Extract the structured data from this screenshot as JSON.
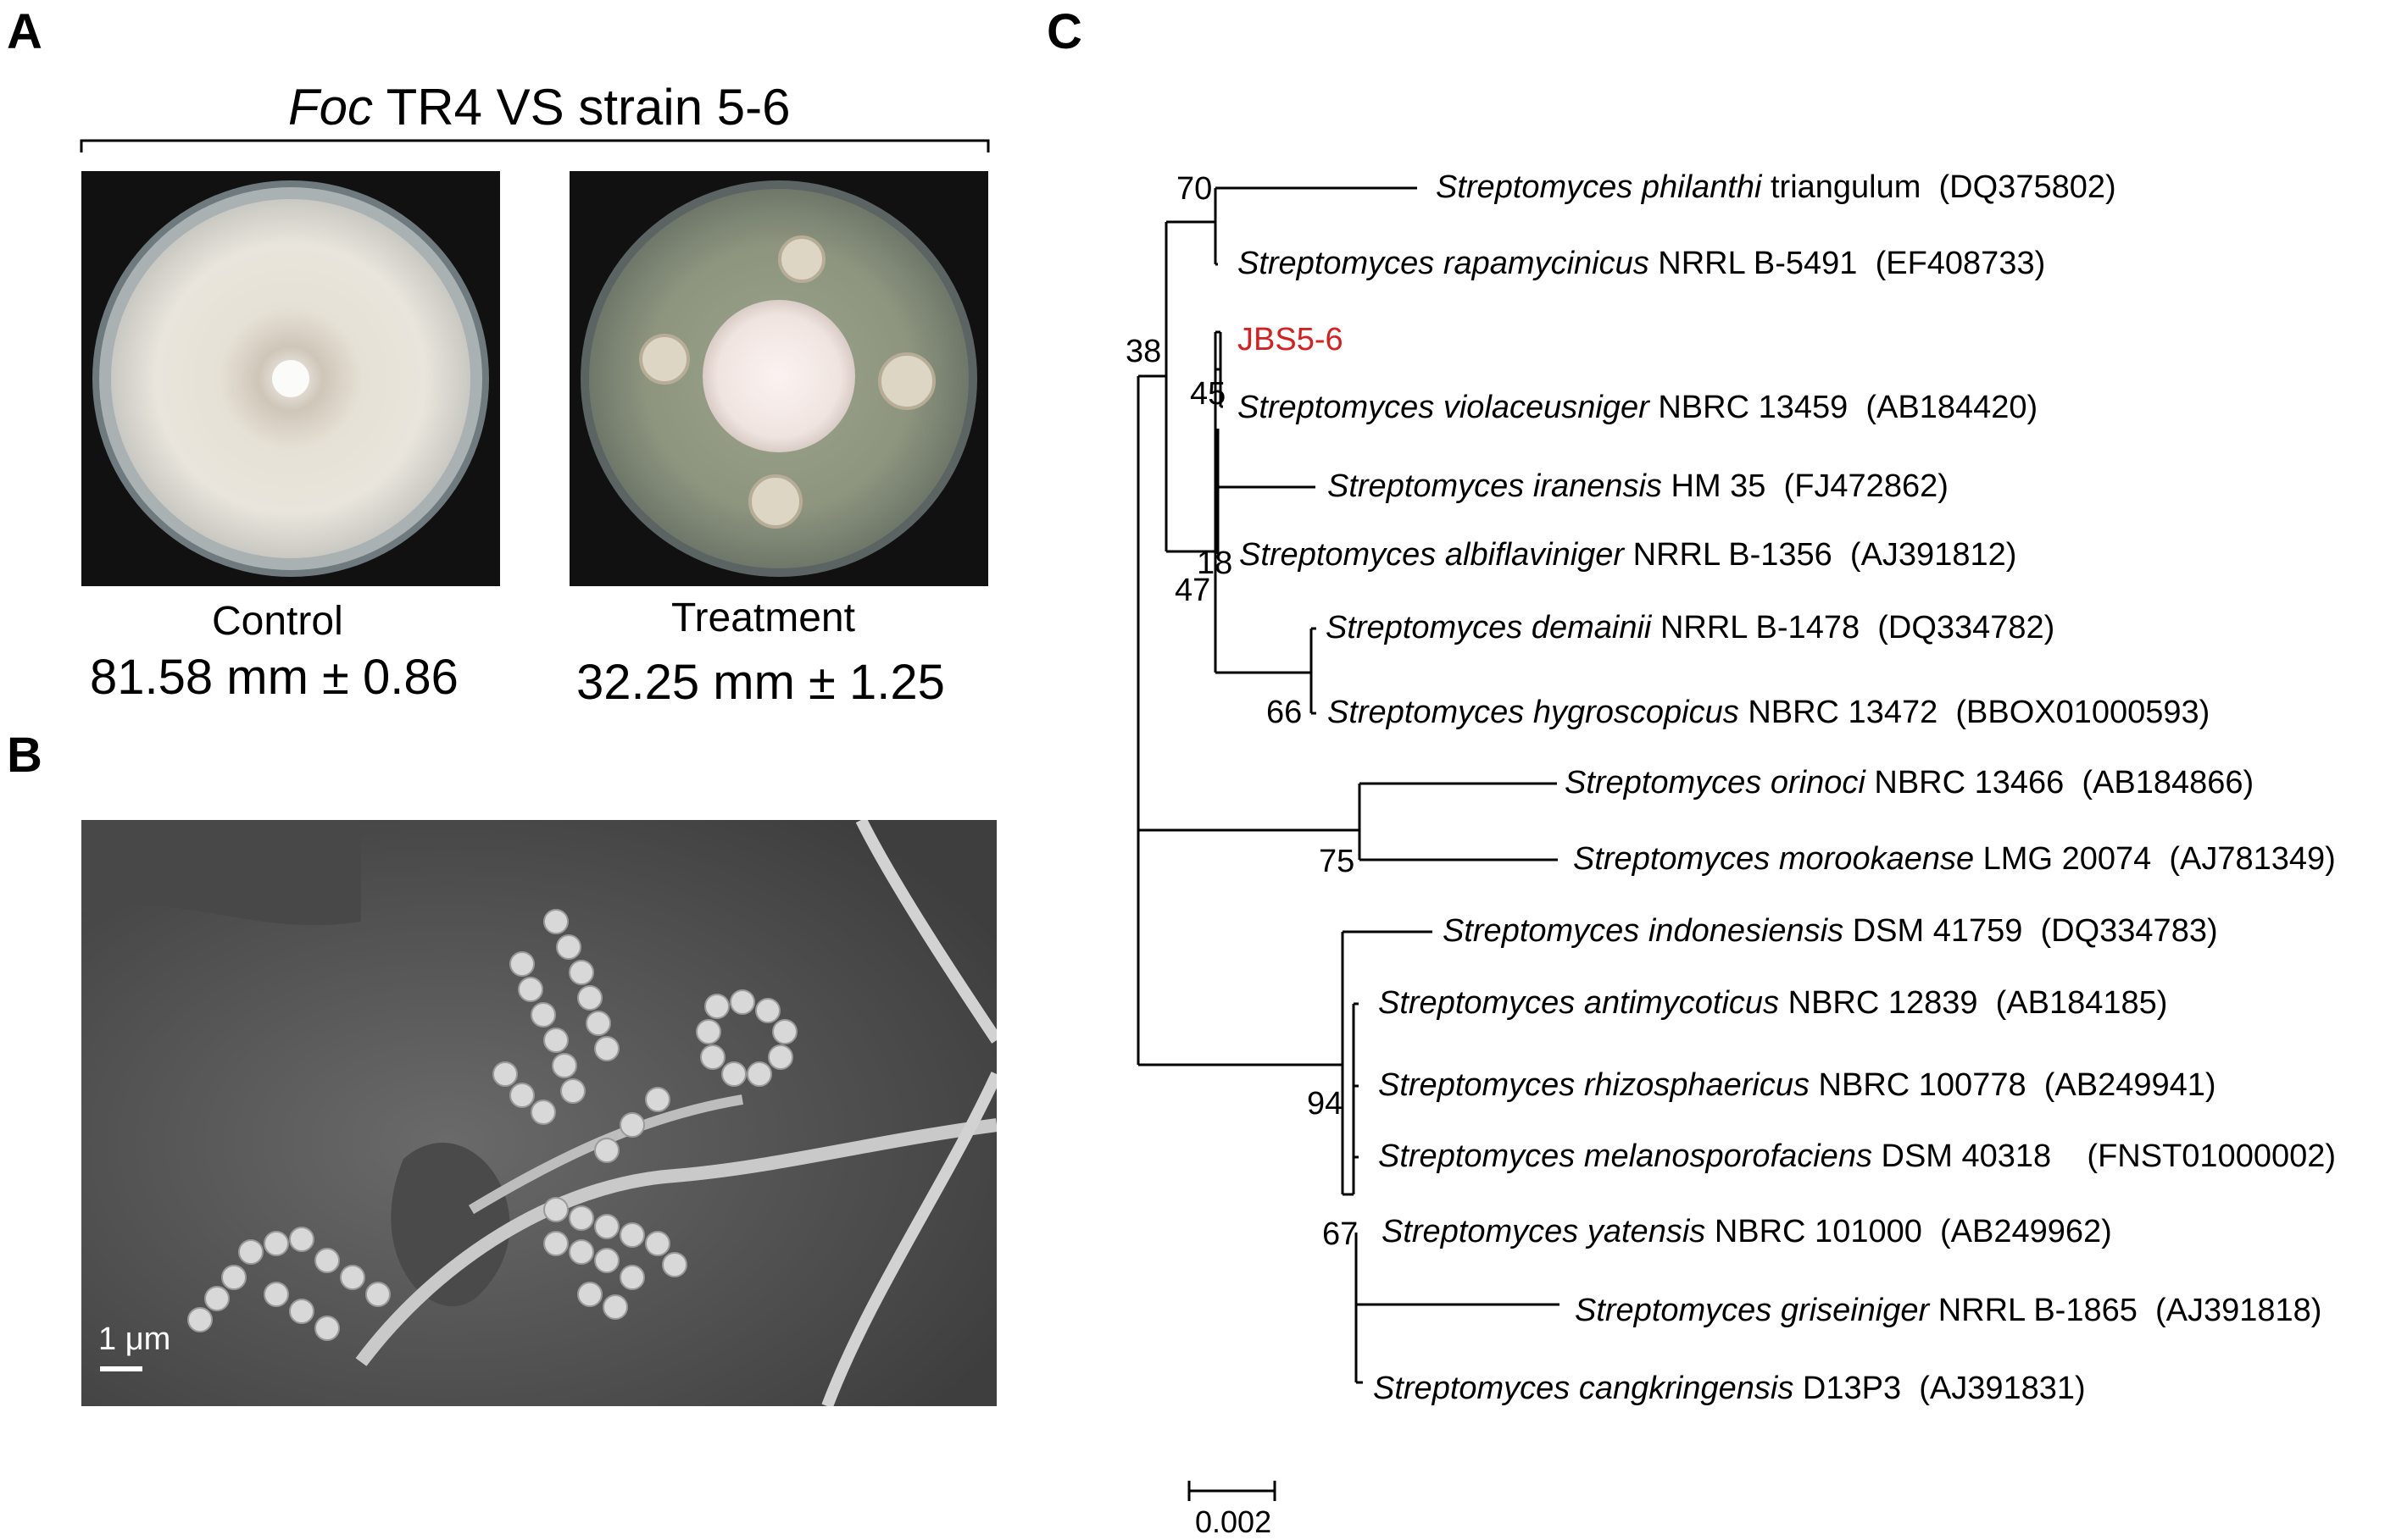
{
  "panels": {
    "a": {
      "letter": "A",
      "title_italic": "Foc",
      "title_rest": " TR4 VS strain 5-6",
      "plates": [
        {
          "label": "Control",
          "value": "81.58 mm ± 0.86"
        },
        {
          "label": "Treatment",
          "value": "32.25 mm ± 1.25"
        }
      ]
    },
    "b": {
      "letter": "B",
      "scale_label": "1 μm"
    },
    "c": {
      "letter": "C",
      "scale_label": "0.002",
      "taxa": [
        {
          "genus": "Streptomyces philanthi",
          "strain": " triangulum",
          "acc": "(DQ375802)"
        },
        {
          "genus": "Streptomyces rapamycinicus",
          "strain": " NRRL B-5491",
          "acc": "(EF408733)"
        },
        {
          "genus": "",
          "strain": "JBS5-6",
          "acc": "",
          "highlight": true
        },
        {
          "genus": "Streptomyces violaceusniger",
          "strain": " NBRC 13459",
          "acc": "(AB184420)"
        },
        {
          "genus": "Streptomyces iranensis",
          "strain": " HM 35",
          "acc": "(FJ472862)"
        },
        {
          "genus": "Streptomyces albiflaviniger",
          "strain": " NRRL B-1356",
          "acc": "(AJ391812)"
        },
        {
          "genus": "Streptomyces demainii",
          "strain": " NRRL B-1478",
          "acc": "(DQ334782)"
        },
        {
          "genus": "Streptomyces hygroscopicus",
          "strain": " NBRC 13472",
          "acc": "(BBOX01000593)"
        },
        {
          "genus": "Streptomyces orinoci",
          "strain": " NBRC 13466",
          "acc": "(AB184866)"
        },
        {
          "genus": "Streptomyces morookaense",
          "strain": " LMG 20074",
          "acc": "(AJ781349)"
        },
        {
          "genus": "Streptomyces indonesiensis",
          "strain": " DSM 41759",
          "acc": "(DQ334783)"
        },
        {
          "genus": "Streptomyces antimycoticus",
          "strain": " NBRC 12839",
          "acc": "(AB184185)"
        },
        {
          "genus": "Streptomyces rhizosphaericus",
          "strain": " NBRC 100778",
          "acc": "(AB249941)"
        },
        {
          "genus": "Streptomyces melanosporofaciens",
          "strain": " DSM 40318",
          "acc": "(FNST01000002)"
        },
        {
          "genus": "Streptomyces yatensis",
          "strain": " NBRC 101000",
          "acc": "(AB249962)"
        },
        {
          "genus": "Streptomyces griseiniger",
          "strain": " NRRL B-1865",
          "acc": "(AJ391818)"
        },
        {
          "genus": "Streptomyces cangkringensis",
          "strain": " D13P3",
          "acc": "(AJ391831)"
        }
      ],
      "bootstrap": [
        "70",
        "38",
        "45",
        "18",
        "47",
        "66",
        "75",
        "94",
        "67"
      ]
    }
  },
  "colors": {
    "highlight": "#d62020",
    "plate_background": "#111111",
    "sem_background": "#5a5a5a"
  }
}
